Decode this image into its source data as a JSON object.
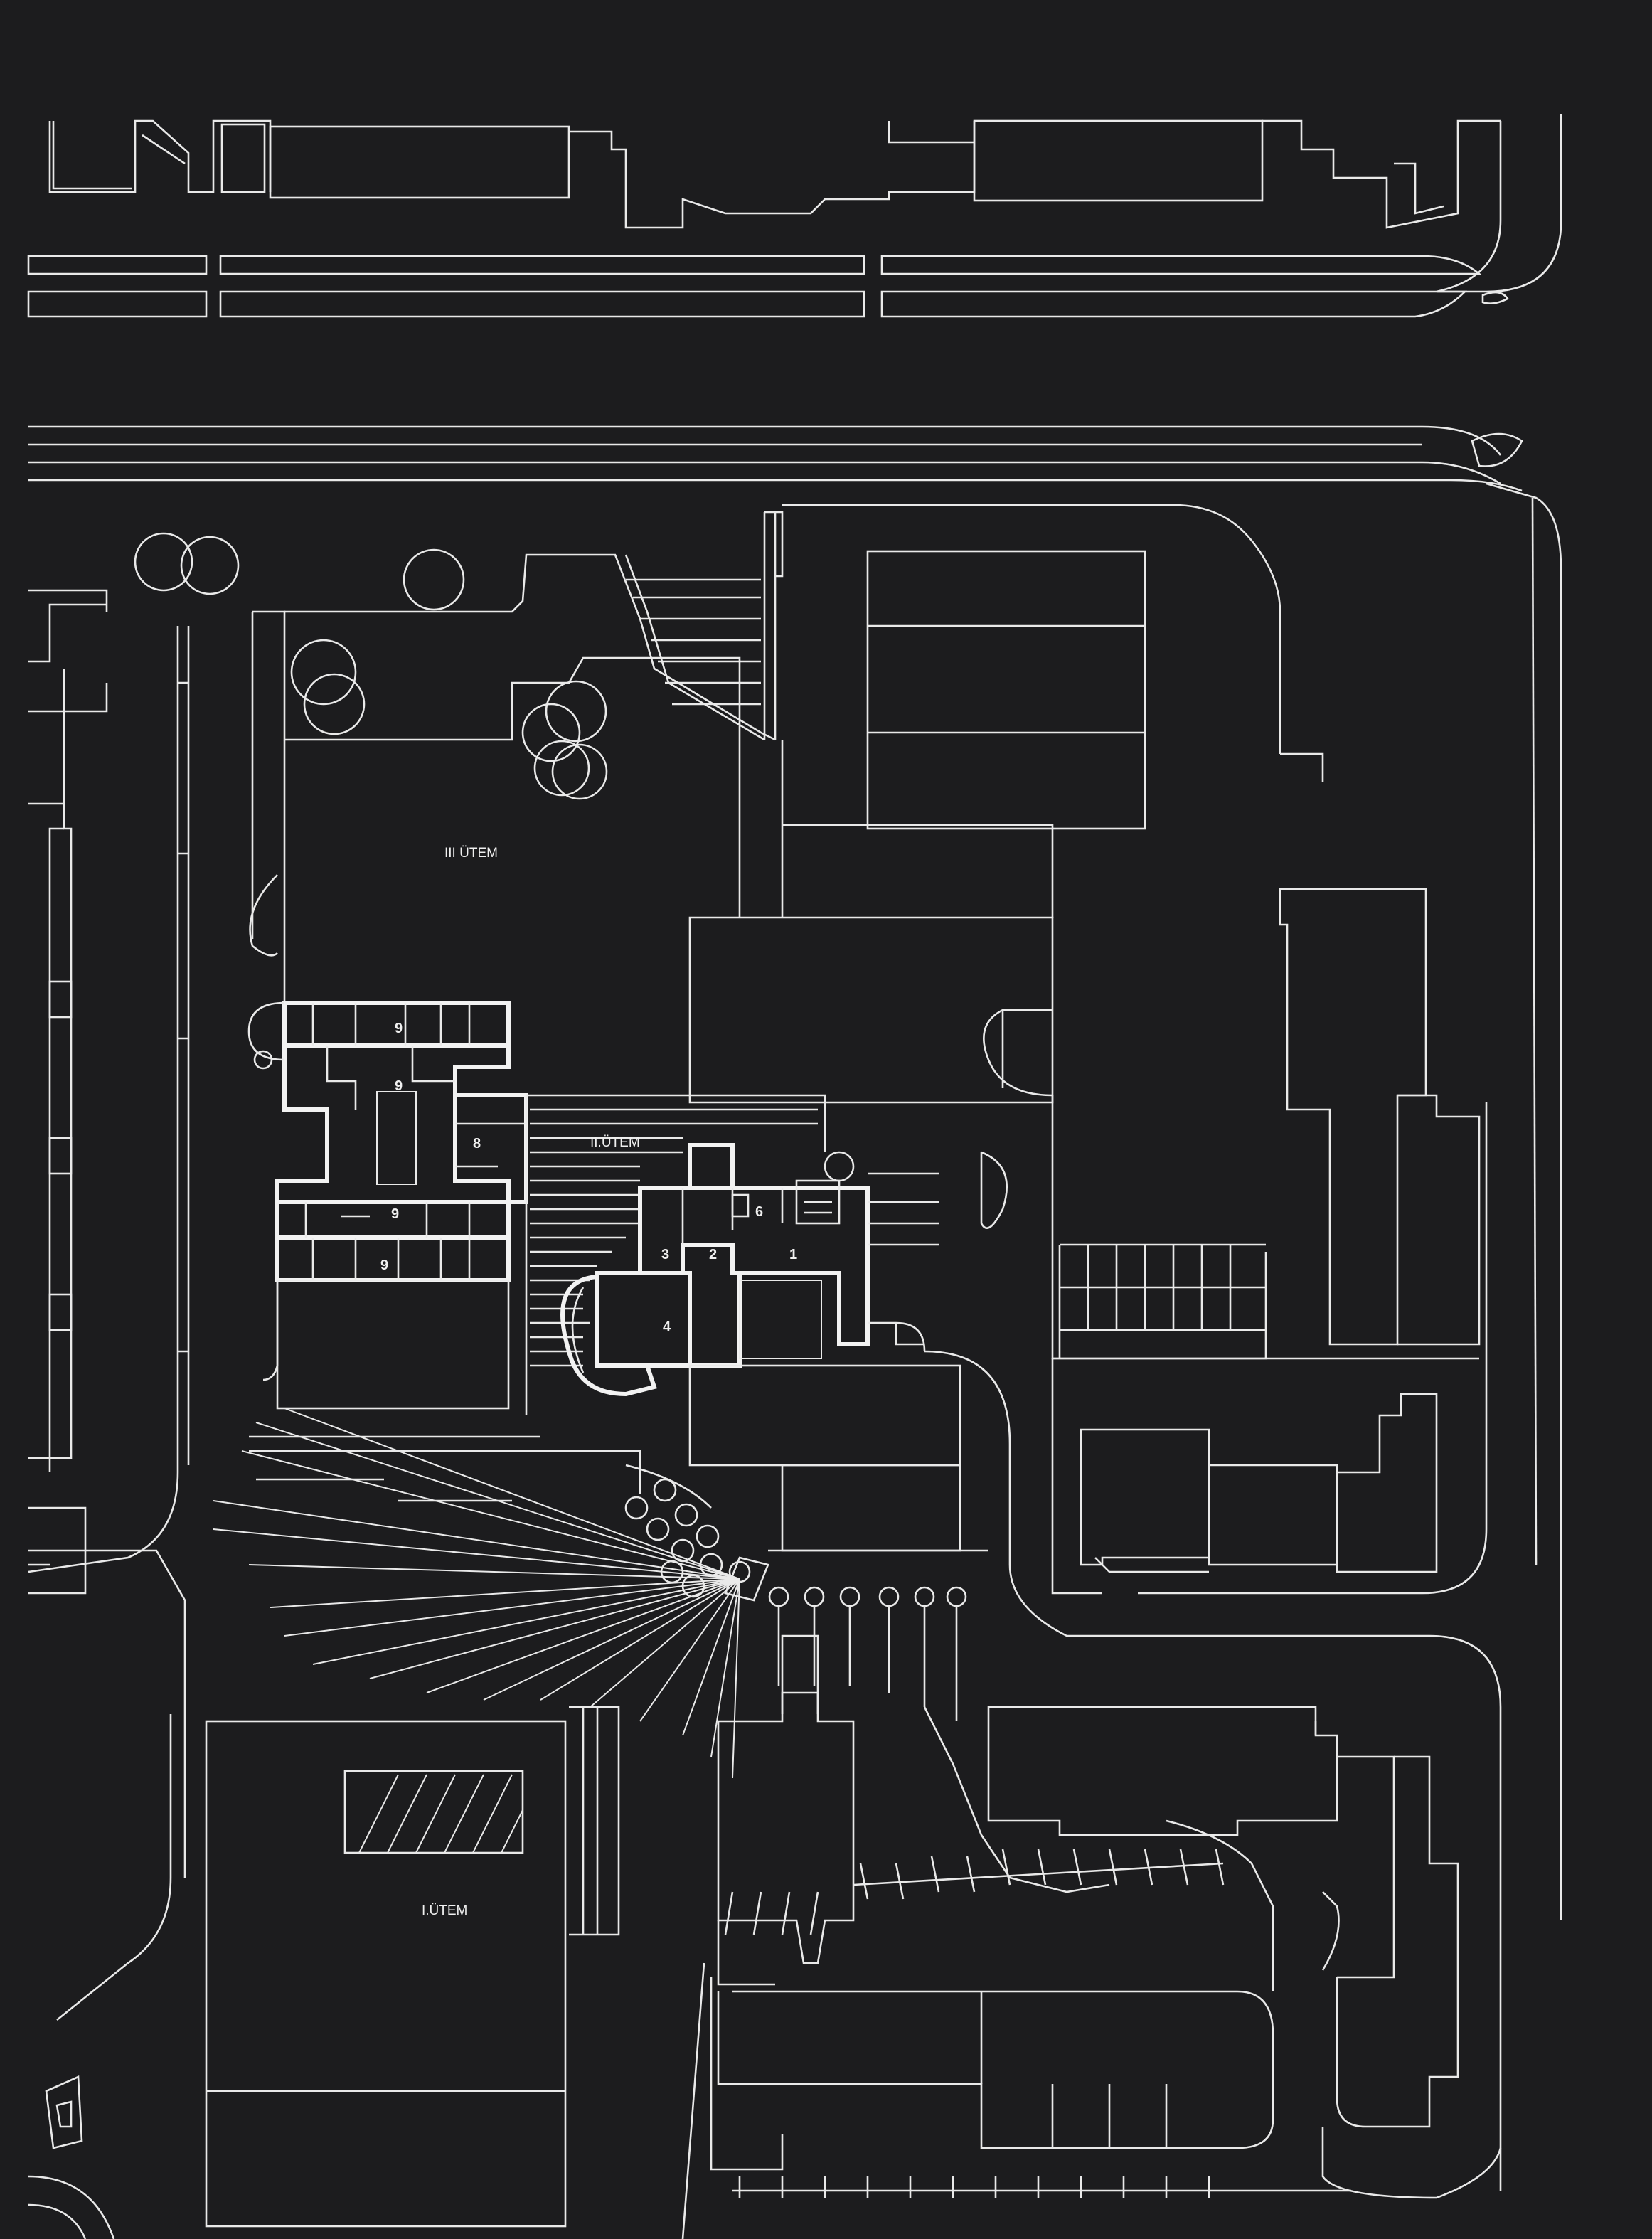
{
  "labels": {
    "phase_three": "III ÜTEM",
    "phase_two": "II.ÜTEM",
    "phase_one": "I.ÜTEM"
  },
  "room_numbers": [
    "9",
    "9",
    "8",
    "9",
    "9",
    "3",
    "2",
    "1",
    "6",
    "4"
  ],
  "colors": {
    "background": "#1c1c1e",
    "linework": "#e9e9e9"
  }
}
